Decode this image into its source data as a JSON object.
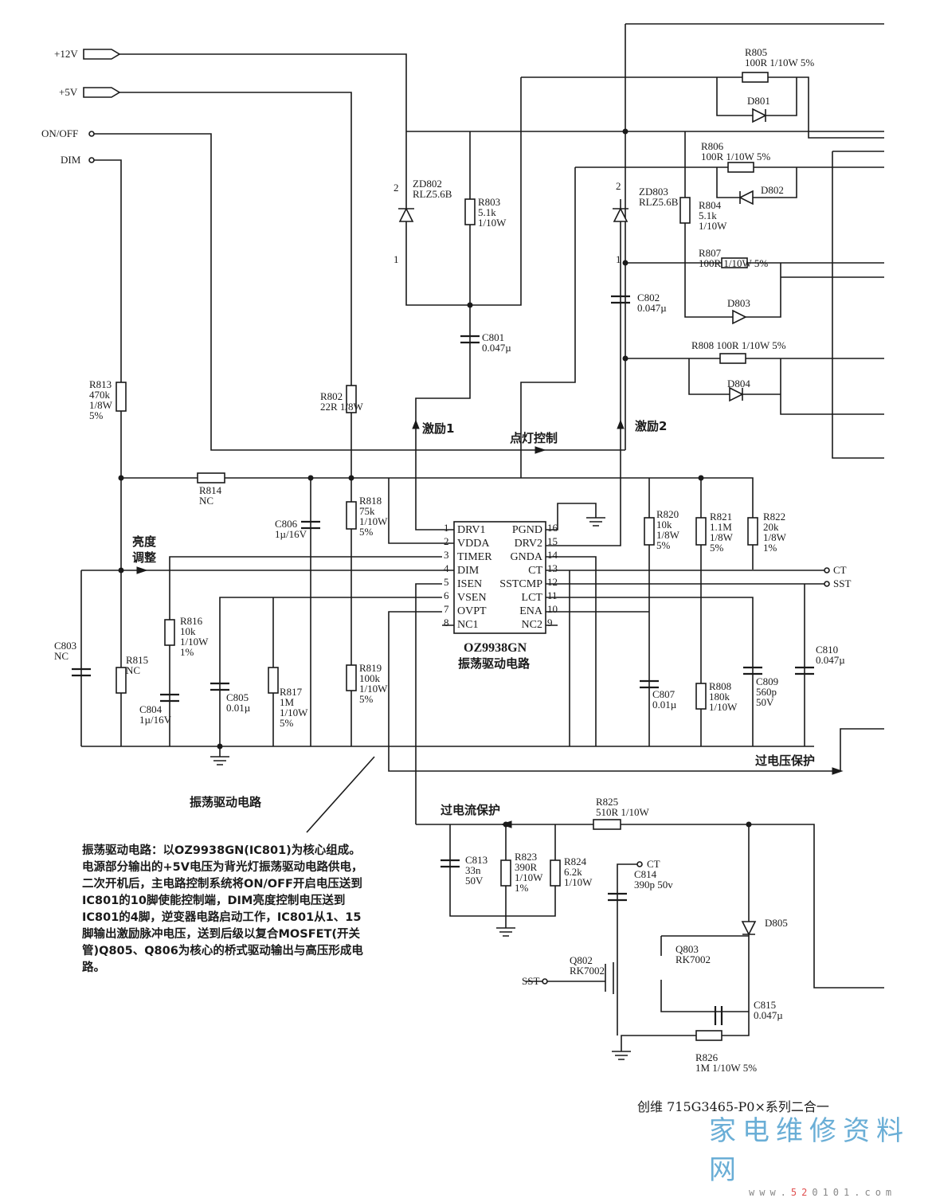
{
  "inputs": {
    "v12": "+12V",
    "v5": "+5V",
    "onoff": "ON/OFF",
    "dim": "DIM",
    "ct": "CT",
    "sst": "SST",
    "ct2": "CT",
    "sst2": "SST"
  },
  "ic": {
    "part": "OZ9938GN",
    "name": "振荡驱动电路",
    "left_pins": [
      {
        "num": "1",
        "name": "DRV1"
      },
      {
        "num": "2",
        "name": "VDDA"
      },
      {
        "num": "3",
        "name": "TIMER"
      },
      {
        "num": "4",
        "name": "DIM"
      },
      {
        "num": "5",
        "name": "ISEN"
      },
      {
        "num": "6",
        "name": "VSEN"
      },
      {
        "num": "7",
        "name": "OVPT"
      },
      {
        "num": "8",
        "name": "NC1"
      }
    ],
    "right_pins": [
      {
        "num": "16",
        "name": "PGND"
      },
      {
        "num": "15",
        "name": "DRV2"
      },
      {
        "num": "14",
        "name": "GNDA"
      },
      {
        "num": "13",
        "name": "CT"
      },
      {
        "num": "12",
        "name": "SSTCMP"
      },
      {
        "num": "11",
        "name": "LCT"
      },
      {
        "num": "10",
        "name": "ENA"
      },
      {
        "num": "9",
        "name": "NC2"
      }
    ]
  },
  "signals": {
    "drive1": "激励1",
    "drive2": "激励2",
    "lamp": "点灯控制",
    "bright1": "亮度",
    "bright2": "调整",
    "ovp": "过电压保护",
    "ocp": "过电流保护",
    "section": "振荡驱动电路"
  },
  "parts": {
    "R805": [
      "R805",
      "100R 1/10W 5%"
    ],
    "D801": [
      "D801"
    ],
    "R806": [
      "R806",
      "100R 1/10W 5%"
    ],
    "D802": [
      "D802"
    ],
    "ZD802": [
      "ZD802",
      "RLZ5.6B"
    ],
    "R803": [
      "R803",
      "5.1k",
      "1/10W"
    ],
    "ZD803": [
      "ZD803",
      "RLZ5.6B"
    ],
    "R804": [
      "R804",
      "5.1k",
      "1/10W"
    ],
    "R807": [
      "R807",
      "100R 1/10W 5%"
    ],
    "D803": [
      "D803"
    ],
    "C802": [
      "C802",
      "0.047µ"
    ],
    "C801": [
      "C801",
      "0.047µ"
    ],
    "R808a": [
      "R808 100R 1/10W 5%"
    ],
    "D804": [
      "D804"
    ],
    "R813": [
      "R813",
      "470k",
      "1/8W",
      "5%"
    ],
    "R802": [
      "R802",
      "22R 1/8W"
    ],
    "R814": [
      "R814",
      "NC"
    ],
    "C806": [
      "C806",
      "1µ/16V"
    ],
    "R818": [
      "R818",
      "75k",
      "1/10W",
      "5%"
    ],
    "R820": [
      "R820",
      "10k",
      "1/8W",
      "5%"
    ],
    "R821": [
      "R821",
      "1.1M",
      "1/8W",
      "5%"
    ],
    "R822": [
      "R822",
      "20k",
      "1/8W",
      "1%"
    ],
    "R816": [
      "R816",
      "10k",
      "1/10W",
      "1%"
    ],
    "C803": [
      "C803",
      "NC"
    ],
    "R815": [
      "R815",
      "NC"
    ],
    "C804": [
      "C804",
      "1µ/16V"
    ],
    "C805": [
      "C805",
      "0.01µ"
    ],
    "R817": [
      "R817",
      "1M",
      "1/10W",
      "5%"
    ],
    "R819": [
      "R819",
      "100k",
      "1/10W",
      "5%"
    ],
    "C807": [
      "C807",
      "0.01µ"
    ],
    "R808": [
      "R808",
      "180k",
      "1/10W"
    ],
    "C809": [
      "C809",
      "560p",
      "50V"
    ],
    "C810": [
      "C810",
      "0.047µ"
    ],
    "R825": [
      "R825",
      "510R 1/10W"
    ],
    "C813": [
      "C813",
      "33n",
      "50V"
    ],
    "R823": [
      "R823",
      "390R",
      "1/10W",
      "1%"
    ],
    "R824": [
      "R824",
      "6.2k",
      "1/10W"
    ],
    "C814": [
      "C814",
      "390p 50v"
    ],
    "Q802": [
      "Q802",
      "RK7002"
    ],
    "Q803": [
      "Q803",
      "RK7002"
    ],
    "D805": [
      "D805"
    ],
    "C815": [
      "C815",
      "0.047µ"
    ],
    "R826": [
      "R826",
      "1M 1/10W 5%"
    ],
    "pin2a": [
      "2"
    ],
    "pin1a": [
      "1"
    ],
    "pin2b": [
      "2"
    ],
    "pin1b": [
      "1"
    ]
  },
  "description": "振荡驱动电路：以OZ9938GN(IC801)为核心组成。电源部分输出的+5V电压为背光灯振荡驱动电路供电，二次开机后，主电路控制系统将ON/OFF开启电压送到IC801的10脚使能控制端，DIM亮度控制电压送到IC801的4脚，逆变器电路启动工作，IC801从1、15脚输出激励脉冲电压，送到后级以复合MOSFET(开关管)Q805、Q806为核心的桥式驱动输出与高压形成电路。",
  "footer": {
    "title": "创维 715G3465-P0×系列二合一",
    "logo_cn": "家电维修资料网",
    "logo_url_a": "www.",
    "logo_url_b": "52",
    "logo_url_c": "0101.com"
  }
}
